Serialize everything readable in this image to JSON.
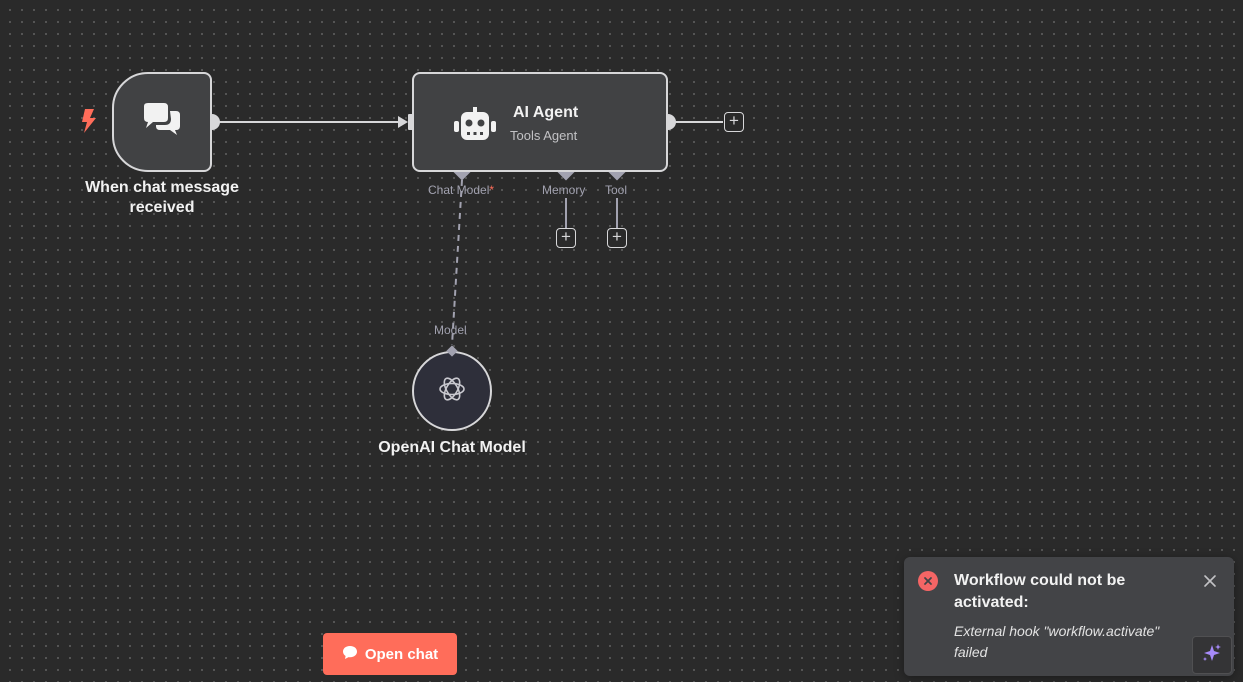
{
  "canvas": {
    "trigger_node": {
      "label": "When chat message received",
      "icon": "chat-bubbles-icon"
    },
    "agent_node": {
      "title": "AI Agent",
      "subtitle": "Tools Agent",
      "icon": "robot-icon",
      "ports": {
        "chat_model": "Chat Model",
        "chat_model_required": "*",
        "memory": "Memory",
        "tool": "Tool"
      }
    },
    "model_node": {
      "label": "OpenAI Chat Model",
      "port_label": "Model",
      "icon": "openai-icon"
    },
    "add_symbol": "+"
  },
  "open_chat_button": {
    "label": "Open chat",
    "icon": "chat-icon"
  },
  "toast": {
    "title": "Workflow could not be activated:",
    "message": "External hook \"workflow.activate\" failed",
    "type": "error"
  },
  "colors": {
    "accent": "#ff6d5a",
    "error": "#f56565",
    "background": "#2a2a2a",
    "node_fill": "#414244",
    "ai_assistant": "#a78bfa"
  }
}
